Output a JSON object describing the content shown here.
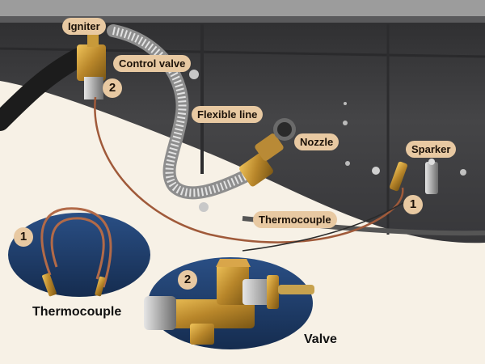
{
  "photo_labels": {
    "igniter": "Igniter",
    "control_valve": "Control valve",
    "flexible_line": "Flexible line",
    "nozzle": "Nozzle",
    "sparker": "Sparker",
    "thermocouple": "Thermocouple"
  },
  "markers": {
    "valve_number": "2",
    "thermocouple_number": "1"
  },
  "insets": {
    "thermocouple": {
      "number": "1",
      "caption": "Thermocouple"
    },
    "valve": {
      "number": "2",
      "caption": "Valve"
    }
  },
  "colors": {
    "label_bg": "#e8c9a2",
    "background": "#f7f1e6",
    "inset_disc": "#1e3d6a",
    "panel": "#3d3d3f"
  }
}
